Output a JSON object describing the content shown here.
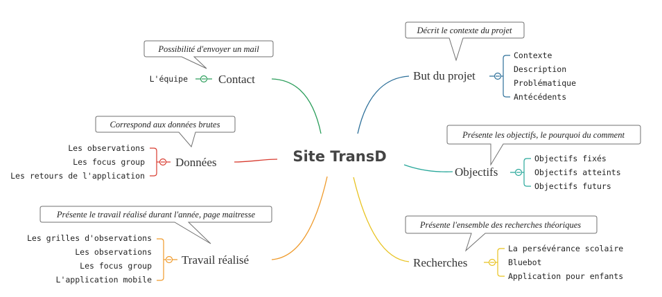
{
  "center": {
    "title": "Site TransD"
  },
  "branches": {
    "contact": {
      "label": "Contact",
      "color": "#2a9d5a",
      "note": "Possibilité d'envoyer un mail",
      "leaves": [
        "L'équipe"
      ]
    },
    "donnees": {
      "label": "Données",
      "color": "#d83a2e",
      "note": "Correspond aux données brutes",
      "leaves": [
        "Les observations",
        "Les focus group",
        "Les retours de l'application"
      ]
    },
    "travail": {
      "label": "Travail réalisé",
      "color": "#ef9a2a",
      "note": "Présente le travail réalisé durant l'année, page maitresse",
      "leaves": [
        "Les grilles d'observations",
        "Les observations",
        "Les focus group",
        "L'application mobile"
      ]
    },
    "but": {
      "label": "But du projet",
      "color": "#2c6f99",
      "note": "Décrit le contexte du projet",
      "leaves": [
        "Contexte",
        "Description",
        "Problématique",
        "Antécédents"
      ]
    },
    "objectifs": {
      "label": "Objectifs",
      "color": "#27a79a",
      "note": "Présente les objectifs, le pourquoi du comment",
      "leaves": [
        "Objectifs fixés",
        "Objectifs atteints",
        "Objectifs futurs"
      ]
    },
    "recherches": {
      "label": "Recherches",
      "color": "#e8c21e",
      "note": "Présente l'ensemble des recherches théoriques",
      "leaves": [
        "La persévérance scolaire",
        "Bluebot",
        "Application pour enfants"
      ]
    }
  }
}
